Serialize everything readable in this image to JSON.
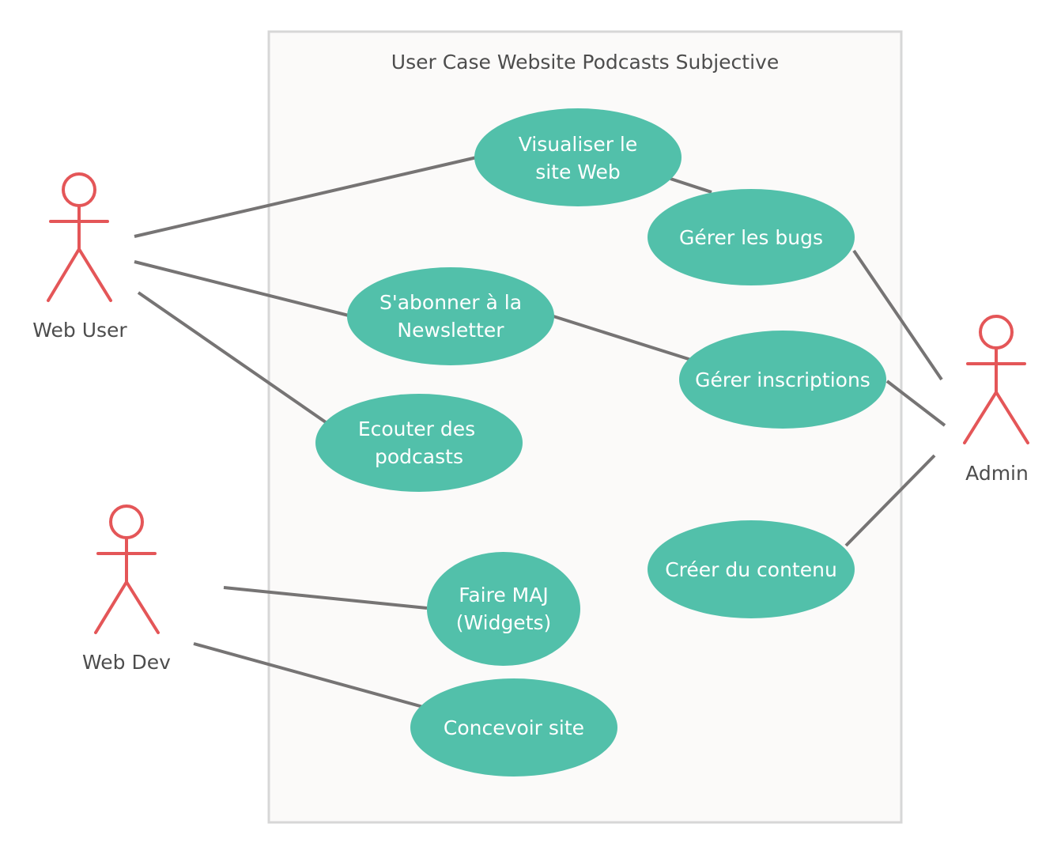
{
  "diagram": {
    "title": "User Case Website Podcasts Subjective",
    "colors": {
      "system_fill": "#fbfaf9",
      "system_border": "#d7d7d7",
      "usecase_fill": "#52c0aa",
      "usecase_text": "#ffffff",
      "actor_stroke": "#e45658",
      "association_line": "#767474",
      "label_text": "#4d4d4d"
    },
    "actors": {
      "web_user": {
        "label": "Web User"
      },
      "web_dev": {
        "label": "Web Dev"
      },
      "admin": {
        "label": "Admin"
      }
    },
    "use_cases": {
      "visualiser": {
        "lines": [
          "Visualiser le",
          "site Web"
        ]
      },
      "gerer_bugs": {
        "lines": [
          "Gérer les bugs"
        ]
      },
      "abonner": {
        "lines": [
          "S'abonner à la",
          "Newsletter"
        ]
      },
      "gerer_inscriptions": {
        "lines": [
          "Gérer inscriptions"
        ]
      },
      "ecouter": {
        "lines": [
          "Ecouter des",
          "podcasts"
        ]
      },
      "creer_contenu": {
        "lines": [
          "Créer du contenu"
        ]
      },
      "faire_maj": {
        "lines": [
          "Faire MAJ",
          "(Widgets)"
        ]
      },
      "concevoir": {
        "lines": [
          "Concevoir site"
        ]
      }
    },
    "associations": [
      {
        "from": "Web User",
        "to": "Visualiser le site Web"
      },
      {
        "from": "Web User",
        "to": "S'abonner à la Newsletter"
      },
      {
        "from": "Web User",
        "to": "Ecouter des podcasts"
      },
      {
        "from": "Visualiser le site Web",
        "to": "Gérer les bugs"
      },
      {
        "from": "S'abonner à la Newsletter",
        "to": "Gérer inscriptions"
      },
      {
        "from": "Admin",
        "to": "Gérer les bugs"
      },
      {
        "from": "Admin",
        "to": "Gérer inscriptions"
      },
      {
        "from": "Admin",
        "to": "Créer du contenu"
      },
      {
        "from": "Web Dev",
        "to": "Faire MAJ (Widgets)"
      },
      {
        "from": "Web Dev",
        "to": "Concevoir site"
      }
    ]
  }
}
